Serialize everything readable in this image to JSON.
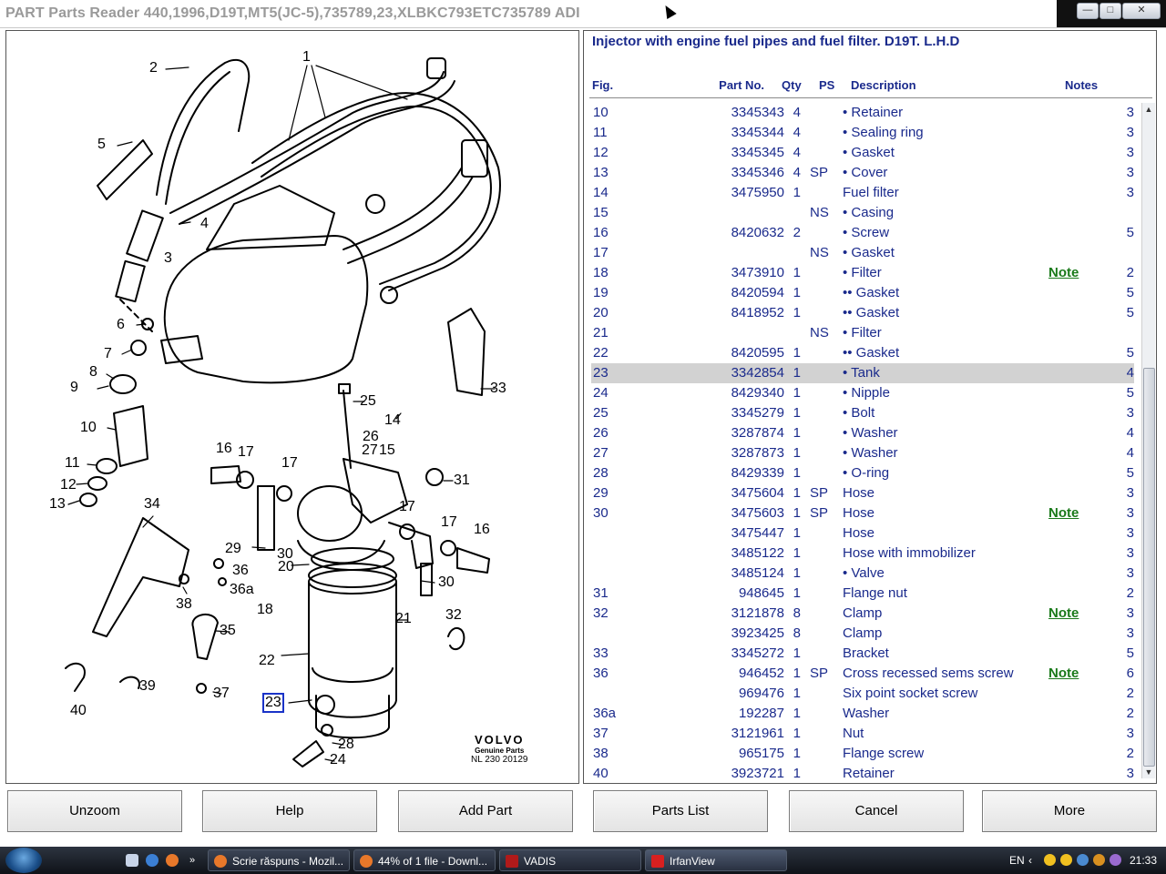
{
  "window": {
    "title": "PART Parts Reader 440,1996,D19T,MT5(JC-5),735789,23,XLBKC793ETC735789 ADI"
  },
  "diagram": {
    "callouts": [
      "1",
      "2",
      "3",
      "4",
      "5",
      "6",
      "7",
      "8",
      "9",
      "10",
      "11",
      "12",
      "13",
      "14",
      "15",
      "16",
      "16",
      "17",
      "17",
      "17",
      "17",
      "18",
      "20",
      "21",
      "22",
      "23",
      "24",
      "25",
      "26",
      "27",
      "28",
      "29",
      "30",
      "30",
      "31",
      "32",
      "33",
      "34",
      "35",
      "36",
      "36a",
      "37",
      "38",
      "39",
      "40"
    ],
    "selected_callout": "23",
    "logo": {
      "brand": "VOLVO",
      "sub": "Genuine Parts",
      "code": "NL 230 20129"
    }
  },
  "parts": {
    "heading": "Injector with engine fuel pipes and fuel filter. D19T. L.H.D",
    "columns": {
      "fig": "Fig.",
      "part_no": "Part No.",
      "qty": "Qty",
      "ps": "PS",
      "description": "Description",
      "notes": "Notes"
    },
    "rows": [
      {
        "fig": "10",
        "part": "3345343",
        "qty": "4",
        "ps": "",
        "desc": "• Retainer",
        "note": "",
        "n": "3"
      },
      {
        "fig": "11",
        "part": "3345344",
        "qty": "4",
        "ps": "",
        "desc": "• Sealing ring",
        "note": "",
        "n": "3"
      },
      {
        "fig": "12",
        "part": "3345345",
        "qty": "4",
        "ps": "",
        "desc": "• Gasket",
        "note": "",
        "n": "3"
      },
      {
        "fig": "13",
        "part": "3345346",
        "qty": "4",
        "ps": "SP",
        "desc": "• Cover",
        "note": "",
        "n": "3"
      },
      {
        "fig": "14",
        "part": "3475950",
        "qty": "1",
        "ps": "",
        "desc": "Fuel filter",
        "note": "",
        "n": "3"
      },
      {
        "fig": "15",
        "part": "",
        "qty": "",
        "ps": "NS",
        "desc": "• Casing",
        "note": "",
        "n": ""
      },
      {
        "fig": "16",
        "part": "8420632",
        "qty": "2",
        "ps": "",
        "desc": "• Screw",
        "note": "",
        "n": "5"
      },
      {
        "fig": "17",
        "part": "",
        "qty": "",
        "ps": "NS",
        "desc": "• Gasket",
        "note": "",
        "n": ""
      },
      {
        "fig": "18",
        "part": "3473910",
        "qty": "1",
        "ps": "",
        "desc": "• Filter",
        "note": "Note",
        "n": "2"
      },
      {
        "fig": "19",
        "part": "8420594",
        "qty": "1",
        "ps": "",
        "desc": "•• Gasket",
        "note": "",
        "n": "5"
      },
      {
        "fig": "20",
        "part": "8418952",
        "qty": "1",
        "ps": "",
        "desc": "•• Gasket",
        "note": "",
        "n": "5"
      },
      {
        "fig": "21",
        "part": "",
        "qty": "",
        "ps": "NS",
        "desc": "• Filter",
        "note": "",
        "n": ""
      },
      {
        "fig": "22",
        "part": "8420595",
        "qty": "1",
        "ps": "",
        "desc": "•• Gasket",
        "note": "",
        "n": "5"
      },
      {
        "fig": "23",
        "part": "3342854",
        "qty": "1",
        "ps": "",
        "desc": "• Tank",
        "note": "",
        "n": "4"
      },
      {
        "fig": "24",
        "part": "8429340",
        "qty": "1",
        "ps": "",
        "desc": "• Nipple",
        "note": "",
        "n": "5"
      },
      {
        "fig": "25",
        "part": "3345279",
        "qty": "1",
        "ps": "",
        "desc": "• Bolt",
        "note": "",
        "n": "3"
      },
      {
        "fig": "26",
        "part": "3287874",
        "qty": "1",
        "ps": "",
        "desc": "• Washer",
        "note": "",
        "n": "4"
      },
      {
        "fig": "27",
        "part": "3287873",
        "qty": "1",
        "ps": "",
        "desc": "• Washer",
        "note": "",
        "n": "4"
      },
      {
        "fig": "28",
        "part": "8429339",
        "qty": "1",
        "ps": "",
        "desc": "• O-ring",
        "note": "",
        "n": "5"
      },
      {
        "fig": "29",
        "part": "3475604",
        "qty": "1",
        "ps": "SP",
        "desc": "Hose",
        "note": "",
        "n": "3"
      },
      {
        "fig": "30",
        "part": "3475603",
        "qty": "1",
        "ps": "SP",
        "desc": "Hose",
        "note": "Note",
        "n": "3"
      },
      {
        "fig": "",
        "part": "3475447",
        "qty": "1",
        "ps": "",
        "desc": "Hose",
        "note": "",
        "n": "3"
      },
      {
        "fig": "",
        "part": "3485122",
        "qty": "1",
        "ps": "",
        "desc": "Hose with immobilizer",
        "note": "",
        "n": "3"
      },
      {
        "fig": "",
        "part": "3485124",
        "qty": "1",
        "ps": "",
        "desc": "• Valve",
        "note": "",
        "n": "3"
      },
      {
        "fig": "31",
        "part": "948645",
        "qty": "1",
        "ps": "",
        "desc": "Flange nut",
        "note": "",
        "n": "2"
      },
      {
        "fig": "32",
        "part": "3121878",
        "qty": "8",
        "ps": "",
        "desc": "Clamp",
        "note": "Note",
        "n": "3"
      },
      {
        "fig": "",
        "part": "3923425",
        "qty": "8",
        "ps": "",
        "desc": "Clamp",
        "note": "",
        "n": "3"
      },
      {
        "fig": "33",
        "part": "3345272",
        "qty": "1",
        "ps": "",
        "desc": "Bracket",
        "note": "",
        "n": "5"
      },
      {
        "fig": "36",
        "part": "946452",
        "qty": "1",
        "ps": "SP",
        "desc": "Cross recessed sems screw",
        "note": "Note",
        "n": "6"
      },
      {
        "fig": "",
        "part": "969476",
        "qty": "1",
        "ps": "",
        "desc": "Six point socket screw",
        "note": "",
        "n": "2"
      },
      {
        "fig": "36a",
        "part": "192287",
        "qty": "1",
        "ps": "",
        "desc": "Washer",
        "note": "",
        "n": "2"
      },
      {
        "fig": "37",
        "part": "3121961",
        "qty": "1",
        "ps": "",
        "desc": "Nut",
        "note": "",
        "n": "3"
      },
      {
        "fig": "38",
        "part": "965175",
        "qty": "1",
        "ps": "",
        "desc": "Flange screw",
        "note": "",
        "n": "2"
      },
      {
        "fig": "40",
        "part": "3923721",
        "qty": "1",
        "ps": "",
        "desc": "Retainer",
        "note": "",
        "n": "3"
      }
    ],
    "selected_row": 13
  },
  "buttons": [
    "Unzoom",
    "Help",
    "Add Part",
    "Parts List",
    "Cancel",
    "More"
  ],
  "taskbar": {
    "tasks": [
      {
        "label": "Scrie răspuns - Mozil...",
        "icon": "firefox-icon",
        "active": false
      },
      {
        "label": "44% of 1 file - Downl...",
        "icon": "firefox-icon",
        "active": false
      },
      {
        "label": "VADIS",
        "icon": "vadis-icon",
        "active": false
      },
      {
        "label": "IrfanView",
        "icon": "irfanview-icon",
        "active": true
      }
    ],
    "language": "EN",
    "clock": "21:33"
  }
}
